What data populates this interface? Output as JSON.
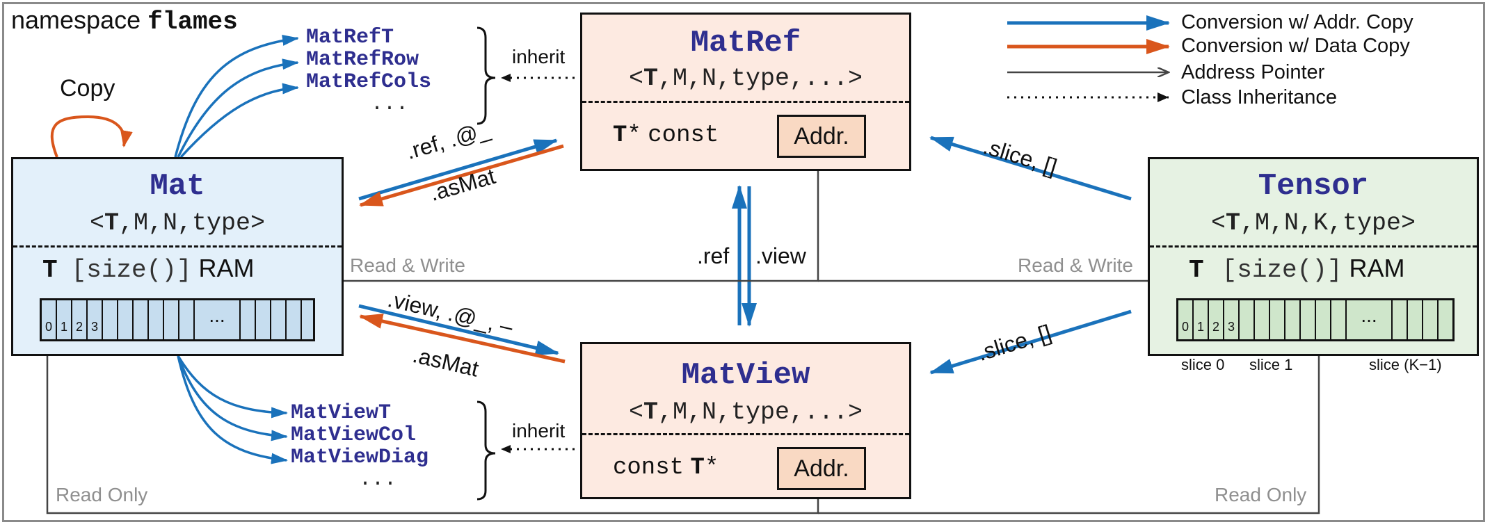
{
  "namespace": {
    "prefix": "namespace",
    "name": "flames"
  },
  "legend": [
    {
      "label": "Conversion w/ Addr. Copy",
      "color": "#1a72bb"
    },
    {
      "label": "Conversion w/ Data Copy",
      "color": "#d9561c"
    },
    {
      "label": "Address Pointer",
      "color": "#444444"
    },
    {
      "label": "Class Inheritance",
      "color": "#111111"
    }
  ],
  "colors": {
    "blue": "#1a72bb",
    "orange": "#d9561c",
    "title": "#2e2e8f",
    "mat_bg": "#e3f0fa",
    "ref_bg": "#fdeae1",
    "tensor_bg": "#e6f2e3"
  },
  "mat": {
    "title": "Mat",
    "template": "<T,M,N,type>",
    "mem_type": "T",
    "mem_size": "[size()]",
    "mem_ram": "RAM",
    "cells": [
      "0",
      "1",
      "2",
      "3"
    ],
    "ellipsis": "..."
  },
  "matref": {
    "title": "MatRef",
    "template": "<T,M,N,type,...>",
    "ptr_type": "T",
    "ptr_star": "*",
    "ptr_const": "const",
    "addr": "Addr.",
    "subclasses": [
      "MatRefT",
      "MatRefRow",
      "MatRefCols",
      "..."
    ]
  },
  "matview": {
    "title": "MatView",
    "template": "<T,M,N,type,...>",
    "ptr_const": "const",
    "ptr_type": "T",
    "ptr_star": "*",
    "addr": "Addr.",
    "subclasses": [
      "MatViewT",
      "MatViewCol",
      "MatViewDiag",
      "..."
    ]
  },
  "tensor": {
    "title": "Tensor",
    "template": "<T,M,N,K,type>",
    "mem_type": "T",
    "mem_size": "[size()]",
    "mem_ram": "RAM",
    "cells": [
      "0",
      "1",
      "2",
      "3"
    ],
    "ellipsis": "...",
    "slices": [
      "slice 0",
      "slice 1",
      "slice (K−1)"
    ]
  },
  "labels": {
    "copy": "Copy",
    "inherit_ref": "inherit",
    "inherit_view": "inherit",
    "ref_ops": ".ref, .@_",
    "as_mat_1": ".asMat",
    "view_ops": ".view, .@_, –",
    "as_mat_2": ".asMat",
    "ref_down": ".ref",
    "view_up": ".view",
    "slice_1": ".slice, []",
    "slice_2": ".slice, []",
    "rw_left": "Read & Write",
    "rw_right": "Read & Write",
    "ro_left": "Read Only",
    "ro_right": "Read Only"
  }
}
